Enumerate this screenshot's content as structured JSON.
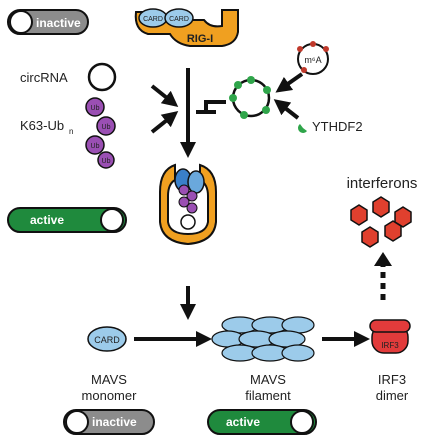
{
  "colors": {
    "inactive_fill": "#8c8c8c",
    "active_fill": "#1f8a3d",
    "rigi_orange": "#f0a020",
    "card_blue": "#9ccbea",
    "ub_purple": "#9a4fb3",
    "irf3_red": "#e23b3b",
    "interferon_red": "#e0402e",
    "m6a_green": "#2fa54a"
  },
  "toggles": {
    "top_left": "inactive",
    "rigi_active": "active",
    "mavs_monomer": "inactive",
    "mavs_filament": "active"
  },
  "rigi": {
    "card_1": "CARD",
    "card_2": "CARD",
    "label": "RIG-I"
  },
  "inputs": {
    "circrna": "circRNA",
    "k63_ub": "K63-Ub",
    "k63_sub": "n",
    "ub_bead": "Ub",
    "m6a": "m⁶A",
    "ythdf2": "YTHDF2"
  },
  "outputs": {
    "interferons": "interferons",
    "card_monomer": "CARD",
    "irf3_mark": "IRF3"
  },
  "captions": {
    "mavs_monomer_1": "MAVS",
    "mavs_monomer_2": "monomer",
    "mavs_filament_1": "MAVS",
    "mavs_filament_2": "filament",
    "irf3_1": "IRF3",
    "irf3_2": "dimer"
  }
}
